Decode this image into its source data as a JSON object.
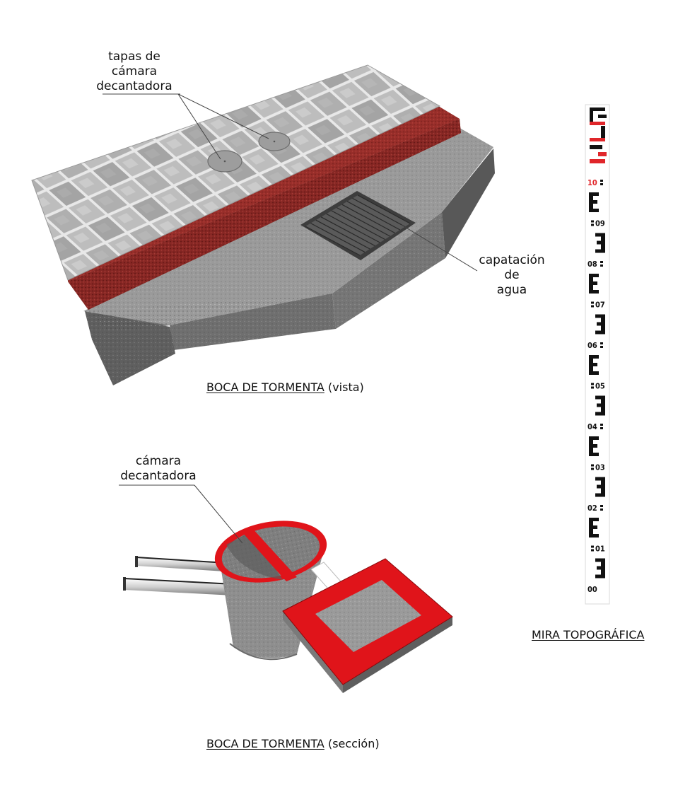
{
  "labels": {
    "tapas": [
      "tapas de",
      "cámara",
      "decantadora"
    ],
    "capatacion": [
      "capatación",
      "de",
      "agua"
    ],
    "camara": [
      "cámara",
      "decantadora"
    ]
  },
  "captions": {
    "vista_main": "BOCA DE TORMENTA",
    "vista_suffix": "(vista)",
    "seccion_main": "BOCA DE TORMENTA",
    "seccion_suffix": "(sección)",
    "mira": "MIRA TOPOGRÁFICA"
  },
  "mira_marks": [
    "10",
    "09",
    "08",
    "07",
    "06",
    "05",
    "04",
    "03",
    "02",
    "01",
    "00"
  ],
  "colors": {
    "curb_red": "#8e2a26",
    "highlight_red": "#e0141a",
    "concrete": "#8f8f8f",
    "tile_light": "#c9c9c9",
    "tile_dark": "#9a9a9a",
    "mira_black": "#111111",
    "mira_red": "#e0262a"
  }
}
